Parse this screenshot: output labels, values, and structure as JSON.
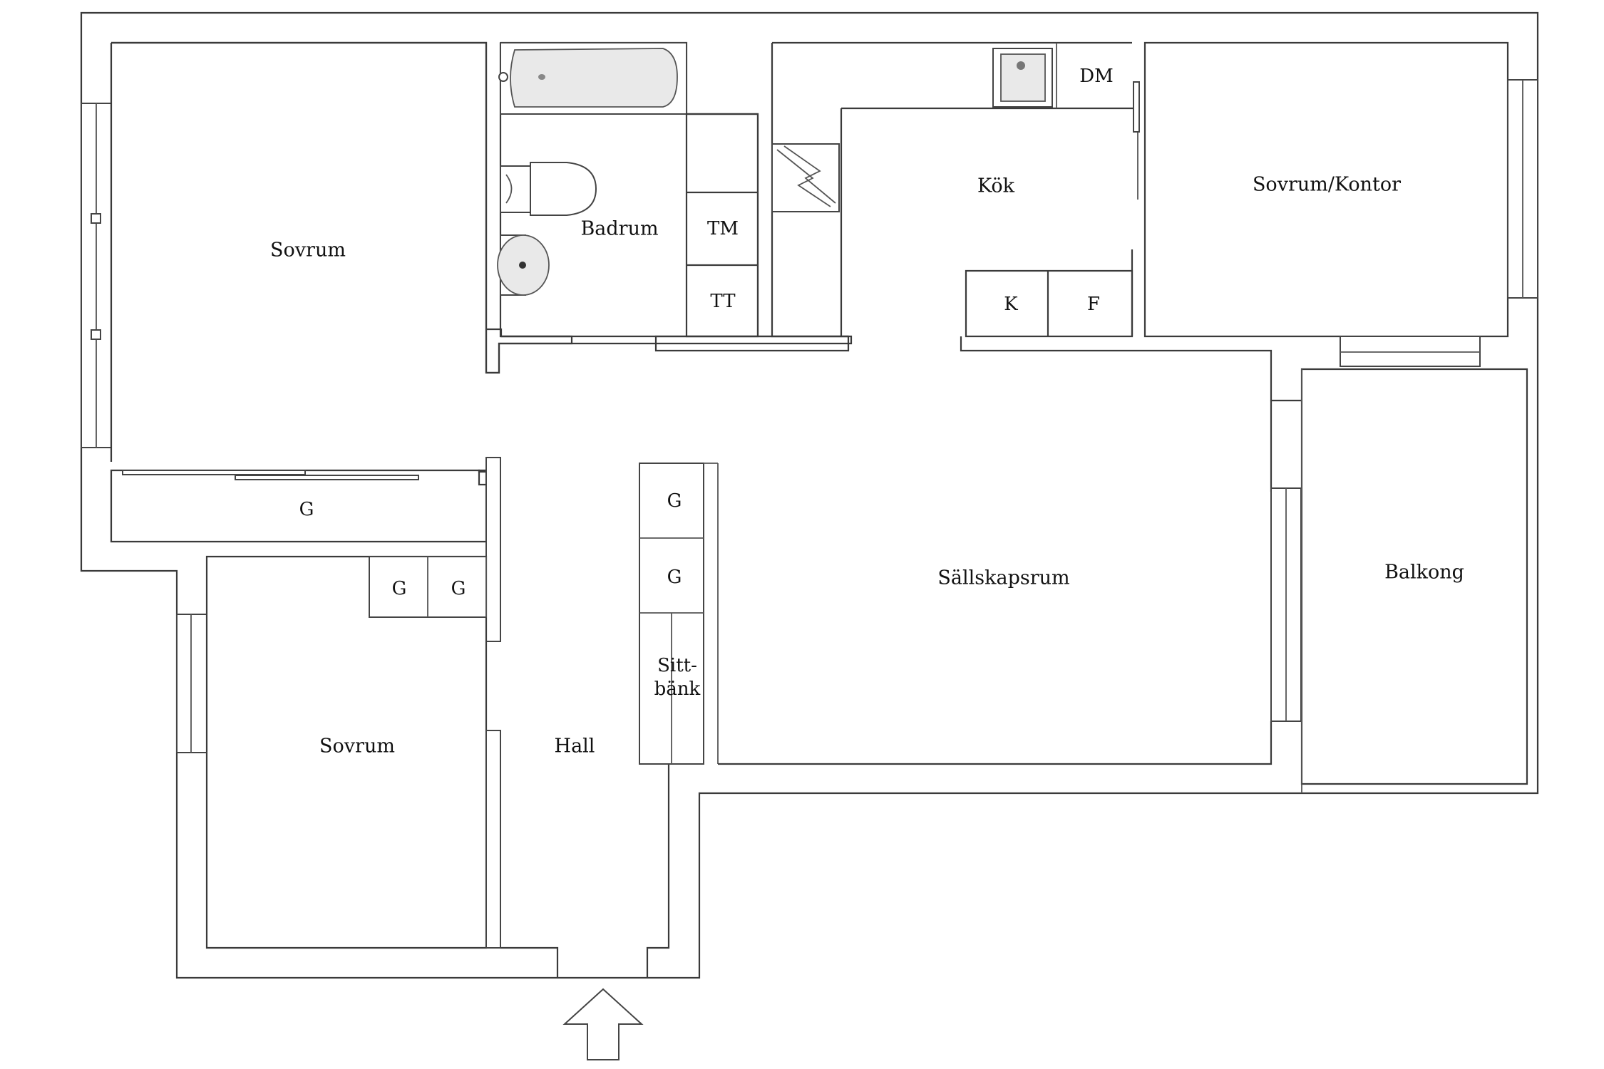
{
  "rooms": {
    "sovrum_top": "Sovrum",
    "badrum": "Badrum",
    "kok": "Kök",
    "sovrum_kontor": "Sovrum/Kontor",
    "sallskapsrum": "Sällskapsrum",
    "balkong": "Balkong",
    "sovrum_bottom": "Sovrum",
    "hall": "Hall"
  },
  "fixtures": {
    "tm": "TM",
    "tt": "TT",
    "dm": "DM",
    "k": "K",
    "f": "F",
    "g_wardrobe_top": "G",
    "g_wardrobe_left": "G",
    "g_wardrobe_right": "G",
    "g_hall_top": "G",
    "g_hall_mid": "G",
    "sittbank_line1": "Sitt-",
    "sittbank_line2": "bänk"
  },
  "icons": {
    "entrance": "entrance-arrow-icon"
  }
}
